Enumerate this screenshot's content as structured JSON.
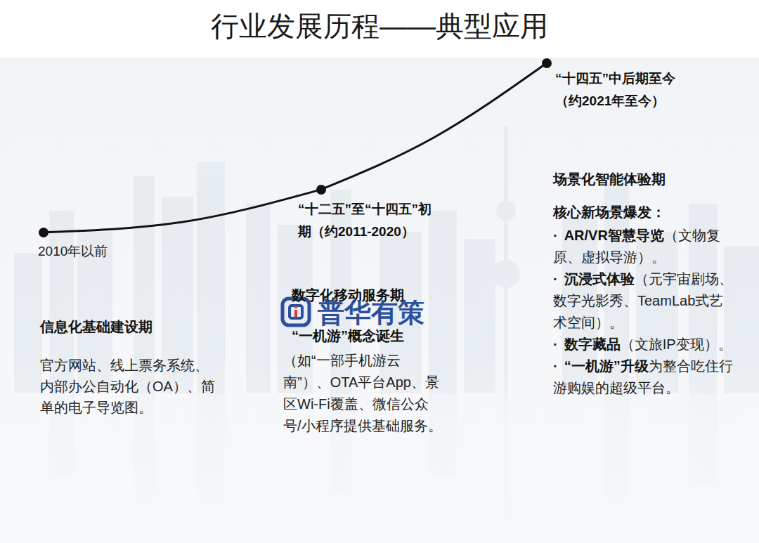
{
  "diagram": {
    "title": "行业发展历程——典型应用",
    "nodes": [
      {
        "text": [
          "2010年以前"
        ]
      },
      {
        "text": [
          "“十二五”至“十四五”初期（约2011-2020）"
        ]
      },
      {
        "text": [
          "“十四五”中后期至今（约2021年至今）"
        ]
      }
    ],
    "edges": [
      {
        "from": 0,
        "to": 1,
        "arrow": "none"
      },
      {
        "from": 1,
        "to": 2,
        "arrow": "none"
      }
    ],
    "labels": [
      "信息化基础建设期",
      "官方网站、线上票务系统、内部办公自动化（OA）、简单的电子导览图。",
      "数字化移动服务期",
      "“一机游”概念诞生",
      "（如“一部手机游云南”）、OTA平台App、景区Wi-Fi覆盖、微信公众号/小程序提供基础服务。",
      "场景化智能体验期",
      "核心新场景爆发：",
      "·",
      "AR/VR智慧导览",
      "（文物复原、虚拟导游）。",
      "·",
      "沉浸式体验",
      "（元宇宙剧场、数字光影秀、TeamLab式艺术空间）。",
      "·",
      "数字藏品",
      "（文旅IP变现）。",
      "·",
      "“一机游”升级",
      "为整合吃住行游购娱的超级平台。",
      "普华有策"
    ]
  }
}
